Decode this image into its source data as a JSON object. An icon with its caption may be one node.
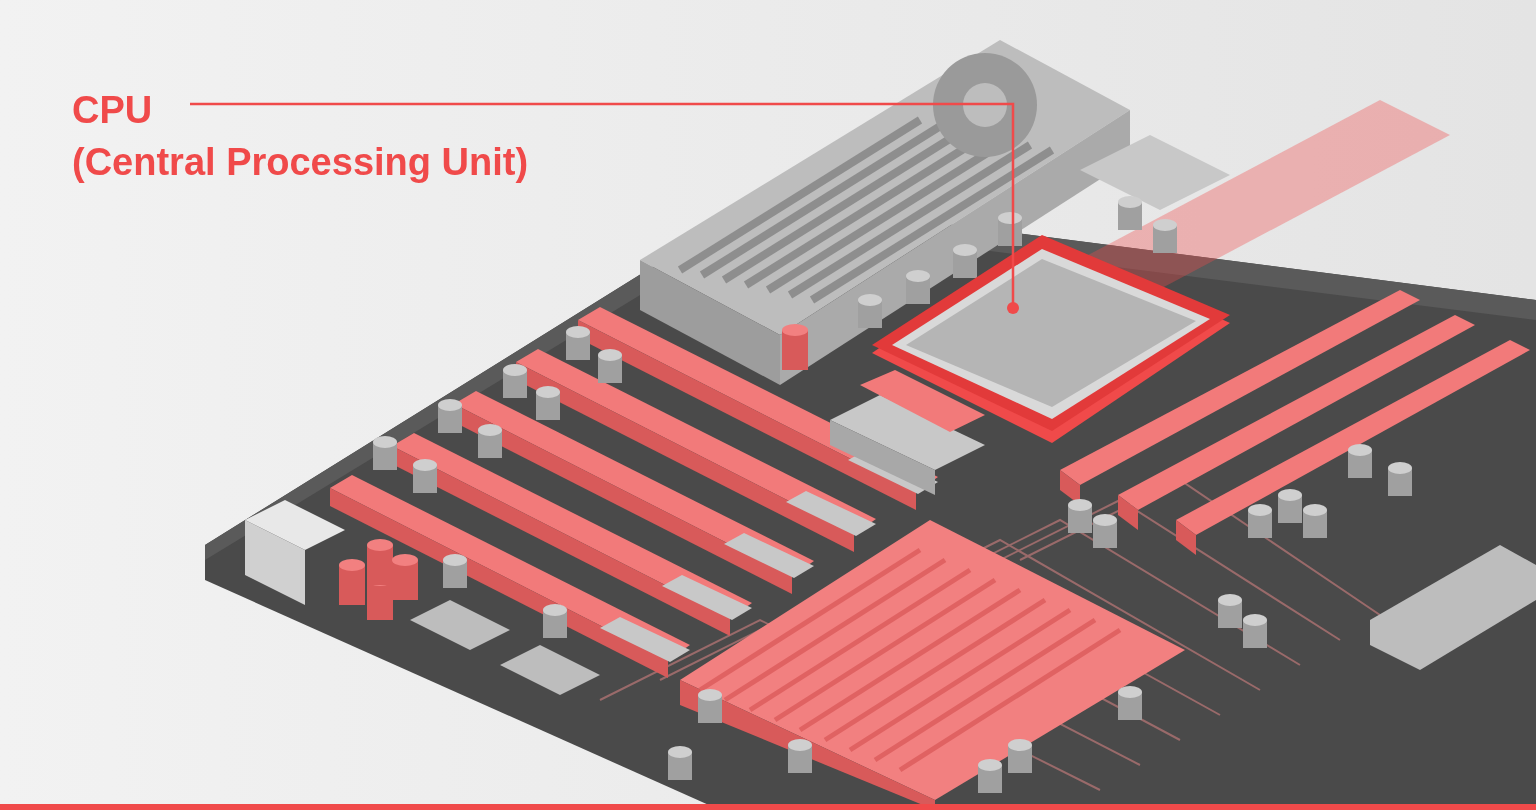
{
  "diagram": {
    "nodes": [
      {
        "text": [
          "CPU",
          "(Central Processing Unit)"
        ]
      },
      {
        "text": [],
        "shape": "picture"
      }
    ],
    "edges": [
      {
        "from": 0,
        "to": 1,
        "arrow": "other",
        "color": "#f04a4a"
      }
    ]
  }
}
